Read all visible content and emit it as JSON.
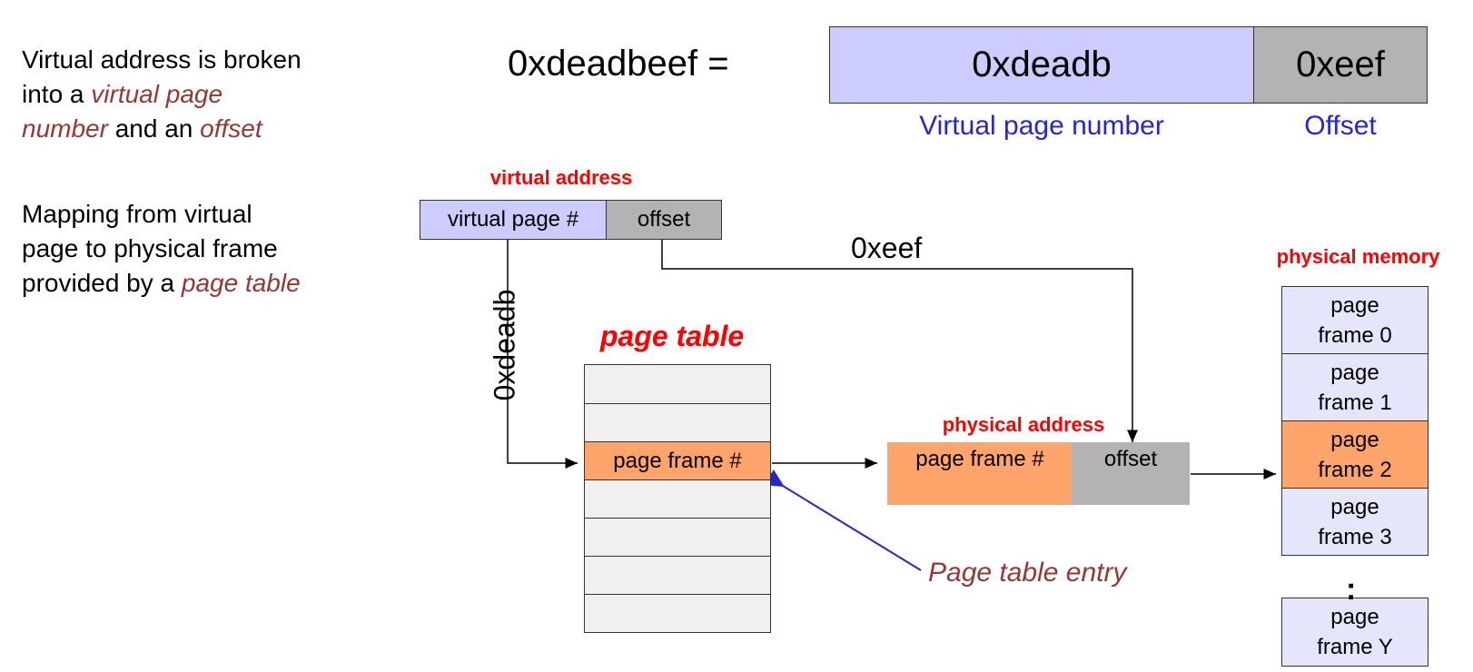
{
  "intro": {
    "line1_a": "Virtual address is broken",
    "line2_a": "into a ",
    "line2_em": "virtual page",
    "line3_em": "number",
    "line3_b": " and an ",
    "line3_em2": "offset"
  },
  "mapping": {
    "line1": "Mapping from virtual",
    "line2": "page to physical frame",
    "line3_a": "provided by a ",
    "line3_em": "page table"
  },
  "address": {
    "full": "0xdeadbeef =",
    "vpn_value": "0xdeadb",
    "offset_value": "0xeef",
    "vpn_caption": "Virtual page number",
    "offset_caption": "Offset"
  },
  "virtual_address": {
    "title": "virtual address",
    "vpn_label": "virtual page #",
    "offset_label": "offset"
  },
  "arrow_labels": {
    "vpn": "0xdeadb",
    "offset": "0xeef"
  },
  "page_table": {
    "title": "page table",
    "entry_label": "page frame #",
    "entry_callout": "Page table entry"
  },
  "physical_address": {
    "title": "physical address",
    "frame_label": "page frame #",
    "offset_label": "offset"
  },
  "physical_memory": {
    "title": "physical memory",
    "frames": [
      {
        "line1": "page",
        "line2": "frame 0"
      },
      {
        "line1": "page",
        "line2": "frame 1"
      },
      {
        "line1": "page",
        "line2": "frame 2"
      },
      {
        "line1": "page",
        "line2": "frame 3"
      }
    ],
    "ellipsis": ":",
    "last_frame": {
      "line1": "page",
      "line2": "frame Y"
    }
  },
  "colors": {
    "vpn": "#ccccff",
    "offset": "#b3b3b3",
    "frame": "#ffa46b",
    "memory": "#e6e6fa",
    "title_red": "#ff0000",
    "caption_blue": "#2525d6",
    "emphasis": "#953735"
  }
}
